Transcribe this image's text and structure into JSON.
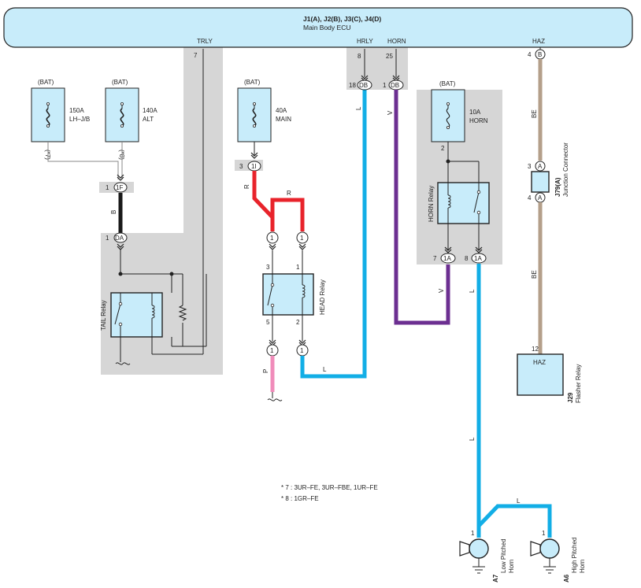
{
  "ecu": {
    "title": "J1(A), J2(B), J3(C), J4(D)",
    "subtitle": "Main Body ECU",
    "pins": {
      "trly": "TRLY",
      "trly_num": "7",
      "hrly": "HRLY",
      "hrly_num": "8",
      "horn": "HORN",
      "horn_num": "25",
      "haz": "HAZ",
      "haz_num": "4",
      "haz_conn": "B"
    }
  },
  "fuses": {
    "lhjb": {
      "source": "(BAT)",
      "amps": "150A",
      "name": "LH–J/B",
      "note": "(*7)"
    },
    "alt": {
      "source": "(BAT)",
      "amps": "140A",
      "name": "ALT",
      "note": "(*8)"
    },
    "main": {
      "source": "(BAT)",
      "amps": "40A",
      "name": "MAIN"
    },
    "horn": {
      "source": "(BAT)",
      "amps": "10A",
      "name": "HORN",
      "pin": "2"
    }
  },
  "connectors": {
    "c_1f": {
      "pin": "1",
      "code": "1F"
    },
    "c_da": {
      "pin": "1",
      "code": "DA"
    },
    "c_1i": {
      "pin": "3",
      "code": "1I"
    },
    "c_db18": {
      "pin": "18",
      "code": "DB"
    },
    "c_db1": {
      "pin": "1",
      "code": "DB"
    },
    "c_head_top_l": {
      "code": "1"
    },
    "c_head_top_r": {
      "code": "1"
    },
    "c_head_bot_l": {
      "code": "1"
    },
    "c_head_bot_r": {
      "code": "1"
    },
    "c_1a7": {
      "pin": "7",
      "code": "1A"
    },
    "c_1a8": {
      "pin": "8",
      "code": "1A"
    }
  },
  "relays": {
    "tail": {
      "label": "TAIL Relay"
    },
    "head": {
      "label": "HEAD Relay",
      "pin3": "3",
      "pin1": "1",
      "pin5": "5",
      "pin2": "2"
    },
    "horn": {
      "label": "HORN Relay"
    }
  },
  "wires": {
    "b": "B",
    "r1": "R",
    "r2": "R",
    "p": "P",
    "l_head": "L",
    "l_hrly": "L",
    "v_horn": "V",
    "v_lower": "V",
    "l_horn": "L",
    "l_horn2": "L",
    "l_horn3": "L",
    "be1": "BE",
    "be2": "BE"
  },
  "junction": {
    "code": "J79(A)",
    "name": "Junction Connector",
    "pin3": "3",
    "pin4": "4",
    "conn": "A"
  },
  "flasher": {
    "pin": "12",
    "label": "HAZ",
    "code": "J29",
    "name": "Flasher Relay"
  },
  "horns": {
    "low": {
      "pin": "1",
      "code": "A7",
      "name1": "Low Pitched",
      "name2": "Horn"
    },
    "high": {
      "pin": "1",
      "code": "A6",
      "name1": "High Pitched",
      "name2": "Horn"
    }
  },
  "notes": {
    "n7": "* 7 : 3UR–FE, 3UR–FBE, 1UR–FE",
    "n8": "* 8 : 1GR–FE"
  },
  "colors": {
    "ecu_fill": "#c8ecfa",
    "component_fill": "#c8ecfa",
    "shade": "#d6d6d6",
    "wire_blue": "#12aee6",
    "wire_red": "#e8232b",
    "wire_purple": "#6c2f91",
    "wire_black": "#1a1a1a",
    "wire_pink": "#f08cba",
    "wire_beige": "#b49f8a"
  }
}
